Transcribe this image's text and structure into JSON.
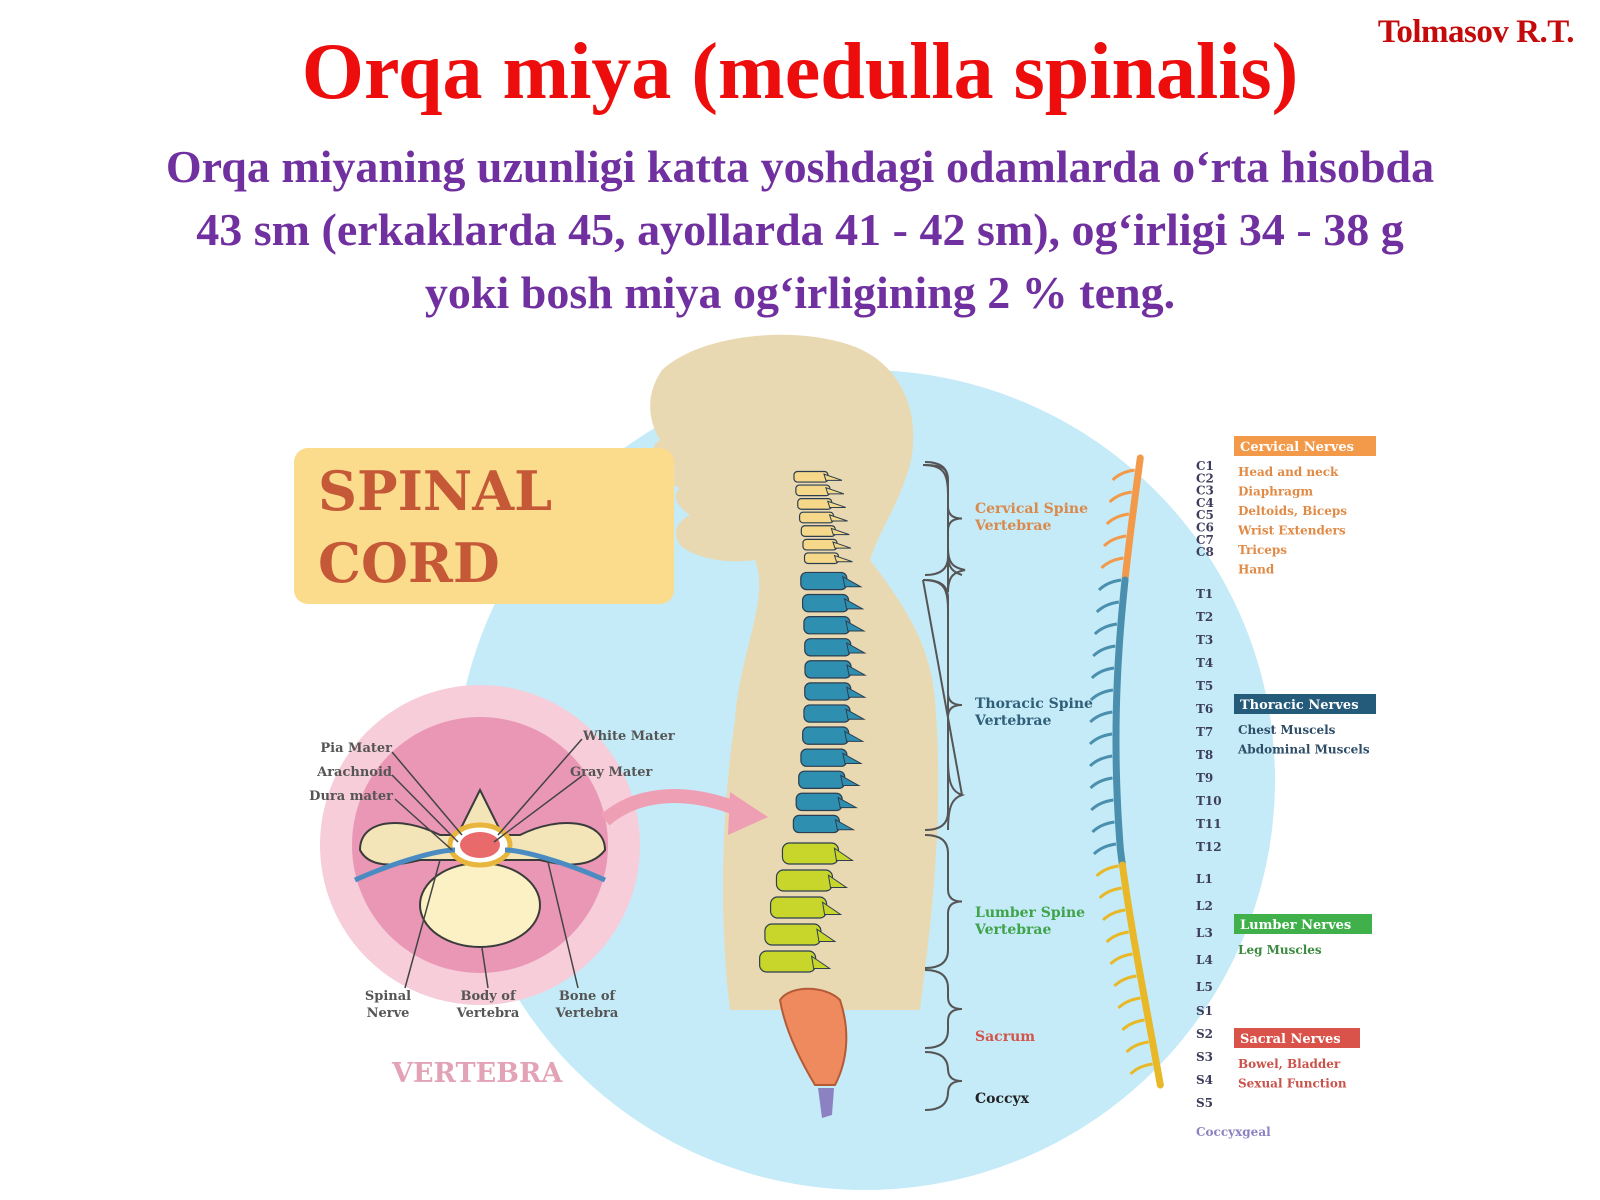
{
  "author": "Tolmasov R.T.",
  "title": "Orqa miya (medulla spinalis)",
  "description": [
    "Orqa miyaning uzunligi katta yoshdagi odamlarda o‘rta hisobda",
    "43 sm (erkaklarda 45, ayollarda 41 - 42 sm), og‘irligi 34 - 38 g",
    "yoki bosh miya og‘irligining 2 % teng."
  ],
  "diagram": {
    "heading_line1": "SPINAL",
    "heading_line2": "CORD",
    "vertebra_title": "VERTEBRA",
    "vertebra_labels": {
      "pia": "Pia Mater",
      "arachnoid": "Arachnoid",
      "dura": "Dura mater",
      "white": "White Mater",
      "gray": "Gray Mater",
      "spinal_nerve_1": "Spinal",
      "spinal_nerve_2": "Nerve",
      "body_1": "Body of",
      "body_2": "Vertebra",
      "bone_1": "Bone of",
      "bone_2": "Vertebra"
    },
    "regions": {
      "cervical_1": "Cervical Spine",
      "cervical_2": "Vertebrae",
      "thoracic_1": "Thoracic Spine",
      "thoracic_2": "Vertebrae",
      "lumbar_1": "Lumber Spine",
      "lumbar_2": "Vertebrae",
      "sacrum": "Sacrum",
      "coccyx": "Coccyx"
    },
    "segments": {
      "cervical": [
        "C1",
        "C2",
        "C3",
        "C4",
        "C5",
        "C6",
        "C7",
        "C8"
      ],
      "thoracic": [
        "T1",
        "T2",
        "T3",
        "T4",
        "T5",
        "T6",
        "T7",
        "T8",
        "T9",
        "T10",
        "T11",
        "T12"
      ],
      "lumbar": [
        "L1",
        "L2",
        "L3",
        "L4",
        "L5"
      ],
      "sacral": [
        "S1",
        "S2",
        "S3",
        "S4",
        "S5"
      ],
      "coccygeal": "Coccyxgeal"
    },
    "nerve_groups": {
      "cervical": {
        "title": "Cervical Nerves",
        "items": [
          "Head and neck",
          "Diaphragm",
          "Deltoids, Biceps",
          "Wrist Extenders",
          "Triceps",
          "Hand"
        ]
      },
      "thoracic": {
        "title": "Thoracic Nerves",
        "items": [
          "Chest Muscels",
          "Abdominal Muscels"
        ]
      },
      "lumbar": {
        "title": "Lumber Nerves",
        "items": [
          "Leg Muscles"
        ]
      },
      "sacral": {
        "title": "Sacral Nerves",
        "items": [
          "Bowel, Bladder",
          "Sexual Function"
        ]
      }
    },
    "colors": {
      "cervical": "#f6d88a",
      "thoracic": "#2f8fb0",
      "lumbar": "#c8d62c",
      "sacrum": "#ef8a5e",
      "coccyx": "#8c82c2",
      "cervical_tag": "#f29a49",
      "thoracic_tag": "#245a7a",
      "lumbar_tag": "#3fb04a",
      "sacral_tag": "#d9534b"
    }
  }
}
